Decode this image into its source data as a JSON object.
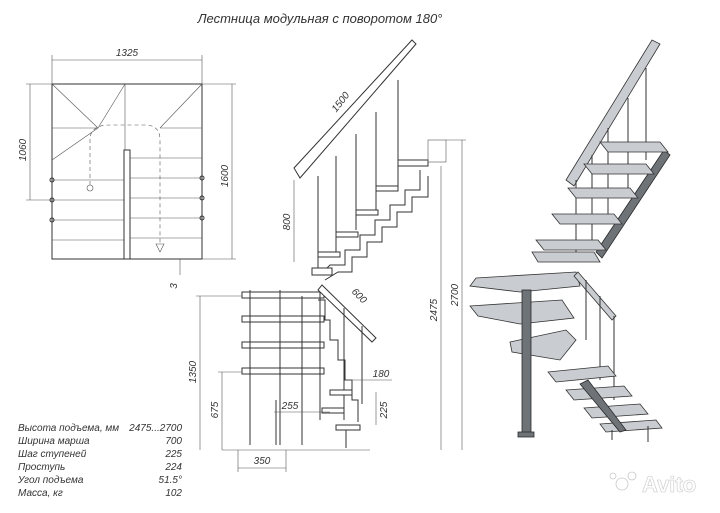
{
  "title": "Лестница модульная с поворотом 180°",
  "dimensions": {
    "plan_width": "1325",
    "plan_depth": "1060",
    "plan_side": "1600",
    "top_step": "3",
    "rail_length": "1500",
    "rail_height": "800",
    "lower_rail": "600",
    "total_height": "2475",
    "max_height": "2700",
    "platform_height": "1350",
    "mid_height": "675",
    "step_depth": "180",
    "step_going": "255",
    "step_rise": "225",
    "bottom_offset": "350"
  },
  "specs": [
    {
      "label": "Высота подъема, мм",
      "value": "2475...2700"
    },
    {
      "label": "Ширина марша",
      "value": "700"
    },
    {
      "label": "Шаг ступеней",
      "value": "225"
    },
    {
      "label": "Проступь",
      "value": "224"
    },
    {
      "label": "Угол подъема",
      "value": "51.5°"
    },
    {
      "label": "Масса, кг",
      "value": "102"
    }
  ],
  "watermark": "Avito"
}
